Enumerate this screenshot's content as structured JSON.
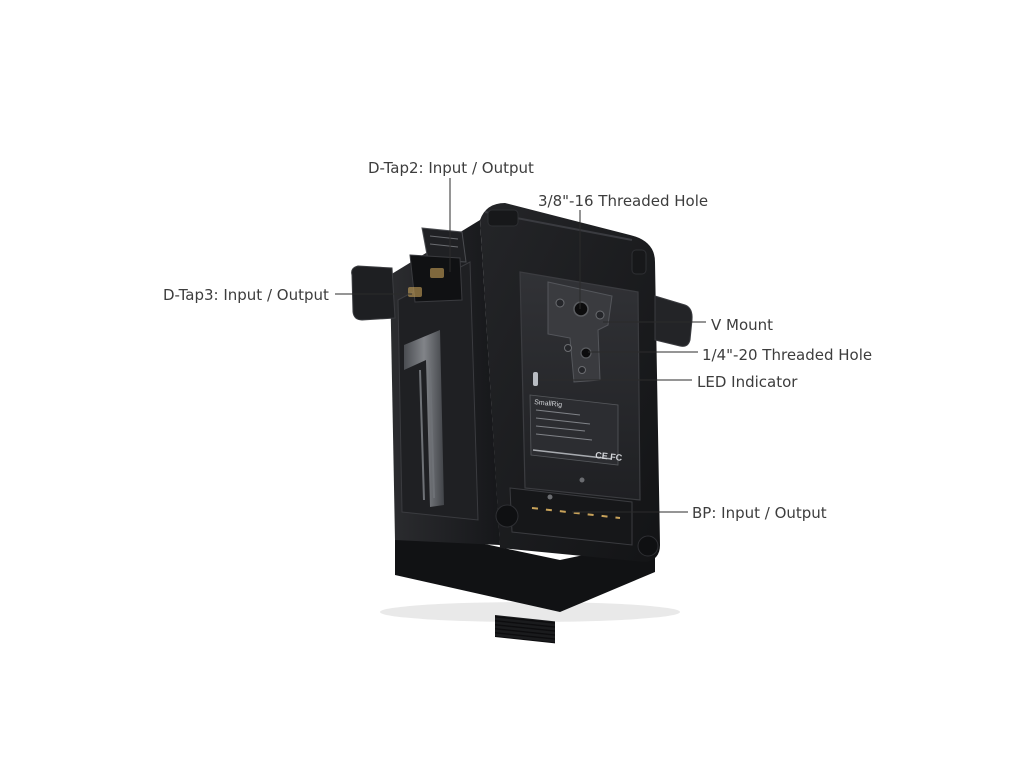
{
  "callouts": {
    "dtap2": "D-Tap2: Input / Output",
    "threaded_3_8": "3/8\"-16 Threaded Hole",
    "dtap3": "D-Tap3: Input / Output",
    "v_mount": "V Mount",
    "threaded_1_4": "1/4\"-20 Threaded Hole",
    "led": "LED Indicator",
    "bp": "BP: Input / Output"
  },
  "product_label": {
    "brand": "SmallRig",
    "marks": "CE FC"
  },
  "colors": {
    "background": "#ffffff",
    "body": "#1c1d1f",
    "plate": "#2a2b2e",
    "accent": "#8a8d92",
    "callout_line": "#2b2b2b",
    "text": "#3d3d3d"
  }
}
